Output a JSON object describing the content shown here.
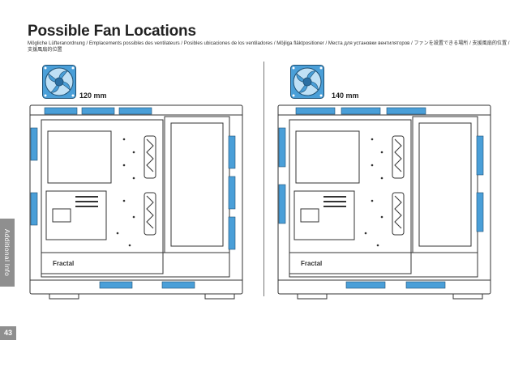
{
  "page": {
    "title": "Possible Fan Locations",
    "subtitle": "Mögliche Lüfteranordnung / Emplacements possibles des ventilateurs / Posibles ubicaciones de los ventiladores / Möjliga fläktpositioner / Места для установки вентиляторов / ファンを設置できる場所 / 支援風扇的位置 / 支援風扇的位置",
    "side_tab": "Additional Info",
    "page_number": "43"
  },
  "panels": [
    {
      "fan_label": "120 mm",
      "brand": "Fractal"
    },
    {
      "fan_label": "140 mm",
      "brand": "Fractal"
    }
  ],
  "colors": {
    "fan_blue": "#4a9fd8",
    "line": "#333333",
    "tab_gray": "#8f8f8f"
  },
  "icons": [
    "fan-icon"
  ]
}
